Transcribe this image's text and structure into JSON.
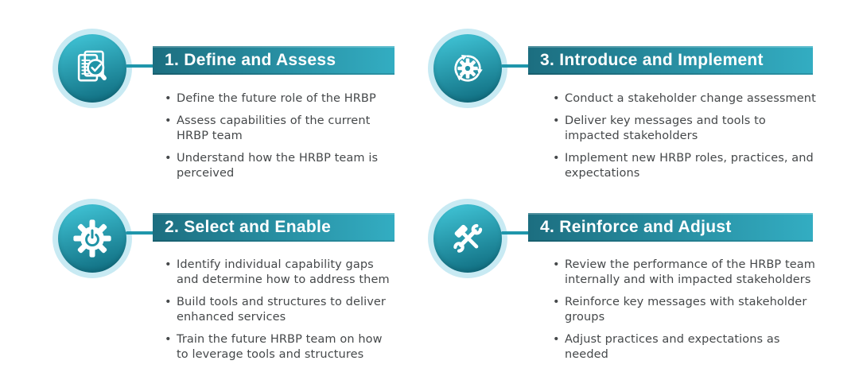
{
  "palette": {
    "background": "#ffffff",
    "banner_start": "#1c6e80",
    "banner_end": "#33adc2",
    "circle_top": "#3ec0d2",
    "circle_bottom": "#0f6c7f",
    "ring": "#c8eaf3",
    "connector": "#1f96ab",
    "title_text": "#ffffff",
    "body_text": "#45484a",
    "icon_color": "#ffffff"
  },
  "steps": [
    {
      "number": "1",
      "title": "1. Define and Assess",
      "icon": "document-review-magnifier-icon",
      "bullets": [
        "Define the future role of the HRBP",
        "Assess capabilities of the current\nHRBP team",
        "Understand how the HRBP team is\nperceived"
      ]
    },
    {
      "number": "2",
      "title": "2. Select and Enable",
      "icon": "gear-power-icon",
      "bullets": [
        "Identify individual capability gaps\nand determine how to address them",
        "Build tools and structures to deliver\nenhanced services",
        "Train the future HRBP team on how\nto leverage tools and structures"
      ]
    },
    {
      "number": "3",
      "title": "3. Introduce and Implement",
      "icon": "gear-cycle-arrows-icon",
      "bullets": [
        "Conduct a stakeholder change assessment",
        "Deliver key messages and tools to\nimpacted stakeholders",
        "Implement new HRBP roles, practices, and\nexpectations"
      ]
    },
    {
      "number": "4",
      "title": "4. Reinforce and Adjust",
      "icon": "hammer-wrench-icon",
      "bullets": [
        "Review the performance of the HRBP team\ninternally and with impacted stakeholders",
        "Reinforce key messages with stakeholder\ngroups",
        "Adjust practices and expectations as\nneeded"
      ]
    }
  ]
}
